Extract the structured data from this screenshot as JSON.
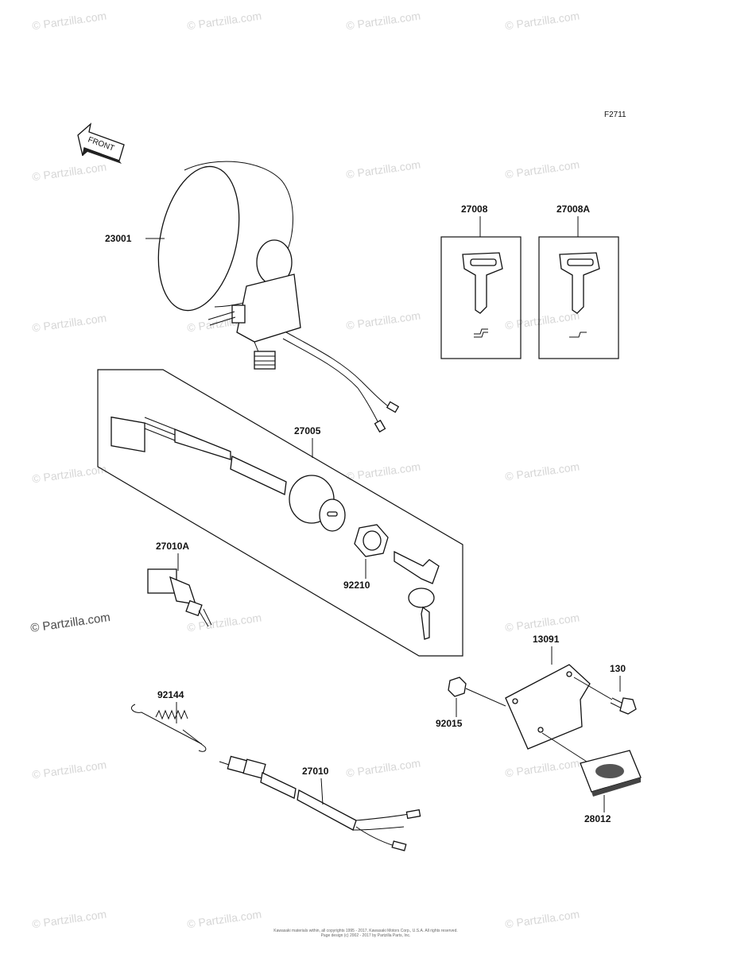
{
  "diagram_code": "F2711",
  "front_label": "FRONT",
  "watermark": "© Partzilla.com",
  "parts": {
    "headlight": "23001",
    "key_a": "27008",
    "key_b": "27008A",
    "switch_assy": "27005",
    "switch_small": "27010A",
    "nut": "92210",
    "plate": "13091",
    "bolt": "130",
    "nut2": "92015",
    "spring": "92144",
    "switch_wire": "27010",
    "reflector": "28012"
  },
  "footer": {
    "line1": "Kawasaki materials within, all copyrights 1995 - 2017, Kawasaki Motors Corp., U.S.A. All rights reserved.",
    "line2": "Page design (c) 2002 - 2017 by Partzilla Parts, Inc."
  }
}
